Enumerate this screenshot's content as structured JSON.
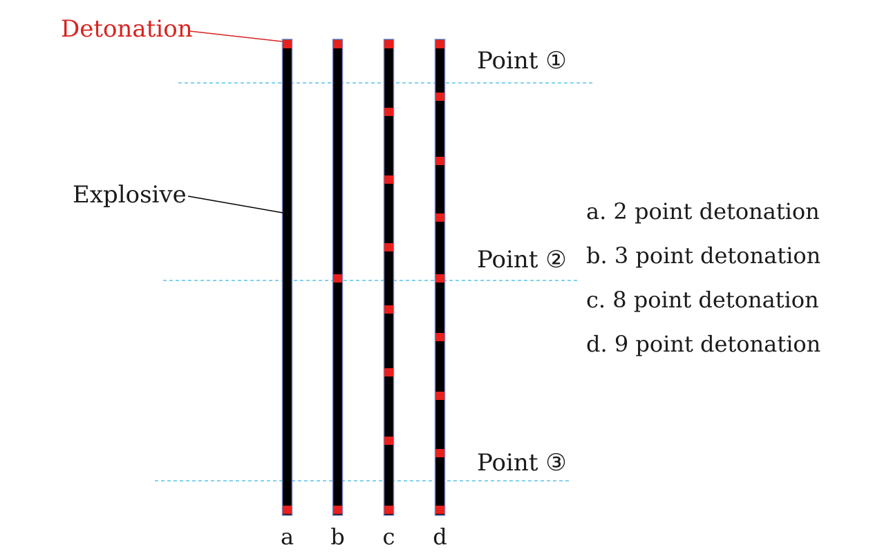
{
  "labels": {
    "detonation": "Detonation",
    "explosive": "Explosive",
    "point1": "Point ①",
    "point2": "Point ②",
    "point3": "Point ③"
  },
  "charges": [
    {
      "letter": "a",
      "detonation_points": 2
    },
    {
      "letter": "b",
      "detonation_points": 3
    },
    {
      "letter": "c",
      "detonation_points": 8
    },
    {
      "letter": "d",
      "detonation_points": 9
    }
  ],
  "legend": [
    "a. 2 point detonation",
    "b. 3 point detonation",
    "c. 8 point detonation",
    "d. 9 point detonation"
  ],
  "colors": {
    "explosive": "#000000",
    "detonator": "#e8211d",
    "outline": "#7a86c2",
    "reference_line": "#35b6e3",
    "detonation_label": "#d9231f",
    "text": "#1a1a1a"
  }
}
